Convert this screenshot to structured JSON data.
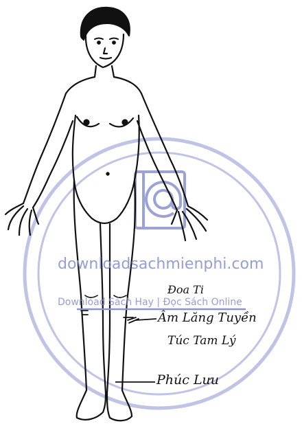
{
  "figure": {
    "labels": {
      "doan_ti": "Đoa Ti",
      "am_lang_tuyen": "Âm Lăng Tuyền",
      "tu_tam_ly": "Túc Tam Lý",
      "phuc_luu": "Phúc Lưu"
    }
  },
  "watermark": {
    "site": "downloadsachmienphi.com",
    "tagline": "Download Sách Hay | Đọc Sách Online",
    "color": "#8a93cf",
    "icon": "book-at-sign-icon"
  },
  "colors": {
    "ink": "#111111",
    "background": "#ffffff",
    "watermark": "#8a93cf"
  }
}
